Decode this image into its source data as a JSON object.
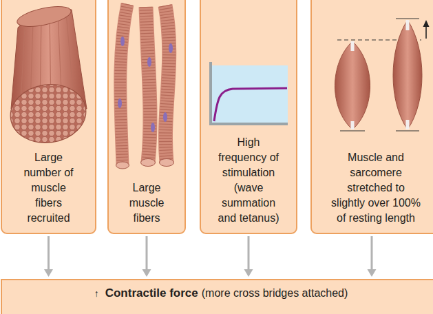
{
  "diagram": {
    "nodes": [
      {
        "text": [
          "Large number of muscle fibers recruited"
        ]
      },
      {
        "text": [
          "Large muscle fibers"
        ]
      },
      {
        "text": [
          "High frequency of stimulation (wave summation and tetanus)"
        ]
      },
      {
        "text": [
          "Muscle and sarcomere stretched to slightly over 100% of resting length"
        ]
      },
      {
        "text": [
          "↑",
          "Contractile force",
          "(more cross bridges attached)"
        ]
      }
    ],
    "edges": [
      {
        "from": 0,
        "to": 4,
        "arrow": "to"
      },
      {
        "from": 1,
        "to": 4,
        "arrow": "to"
      },
      {
        "from": 2,
        "to": 4,
        "arrow": "to"
      },
      {
        "from": 3,
        "to": 4,
        "arrow": "to"
      }
    ]
  }
}
